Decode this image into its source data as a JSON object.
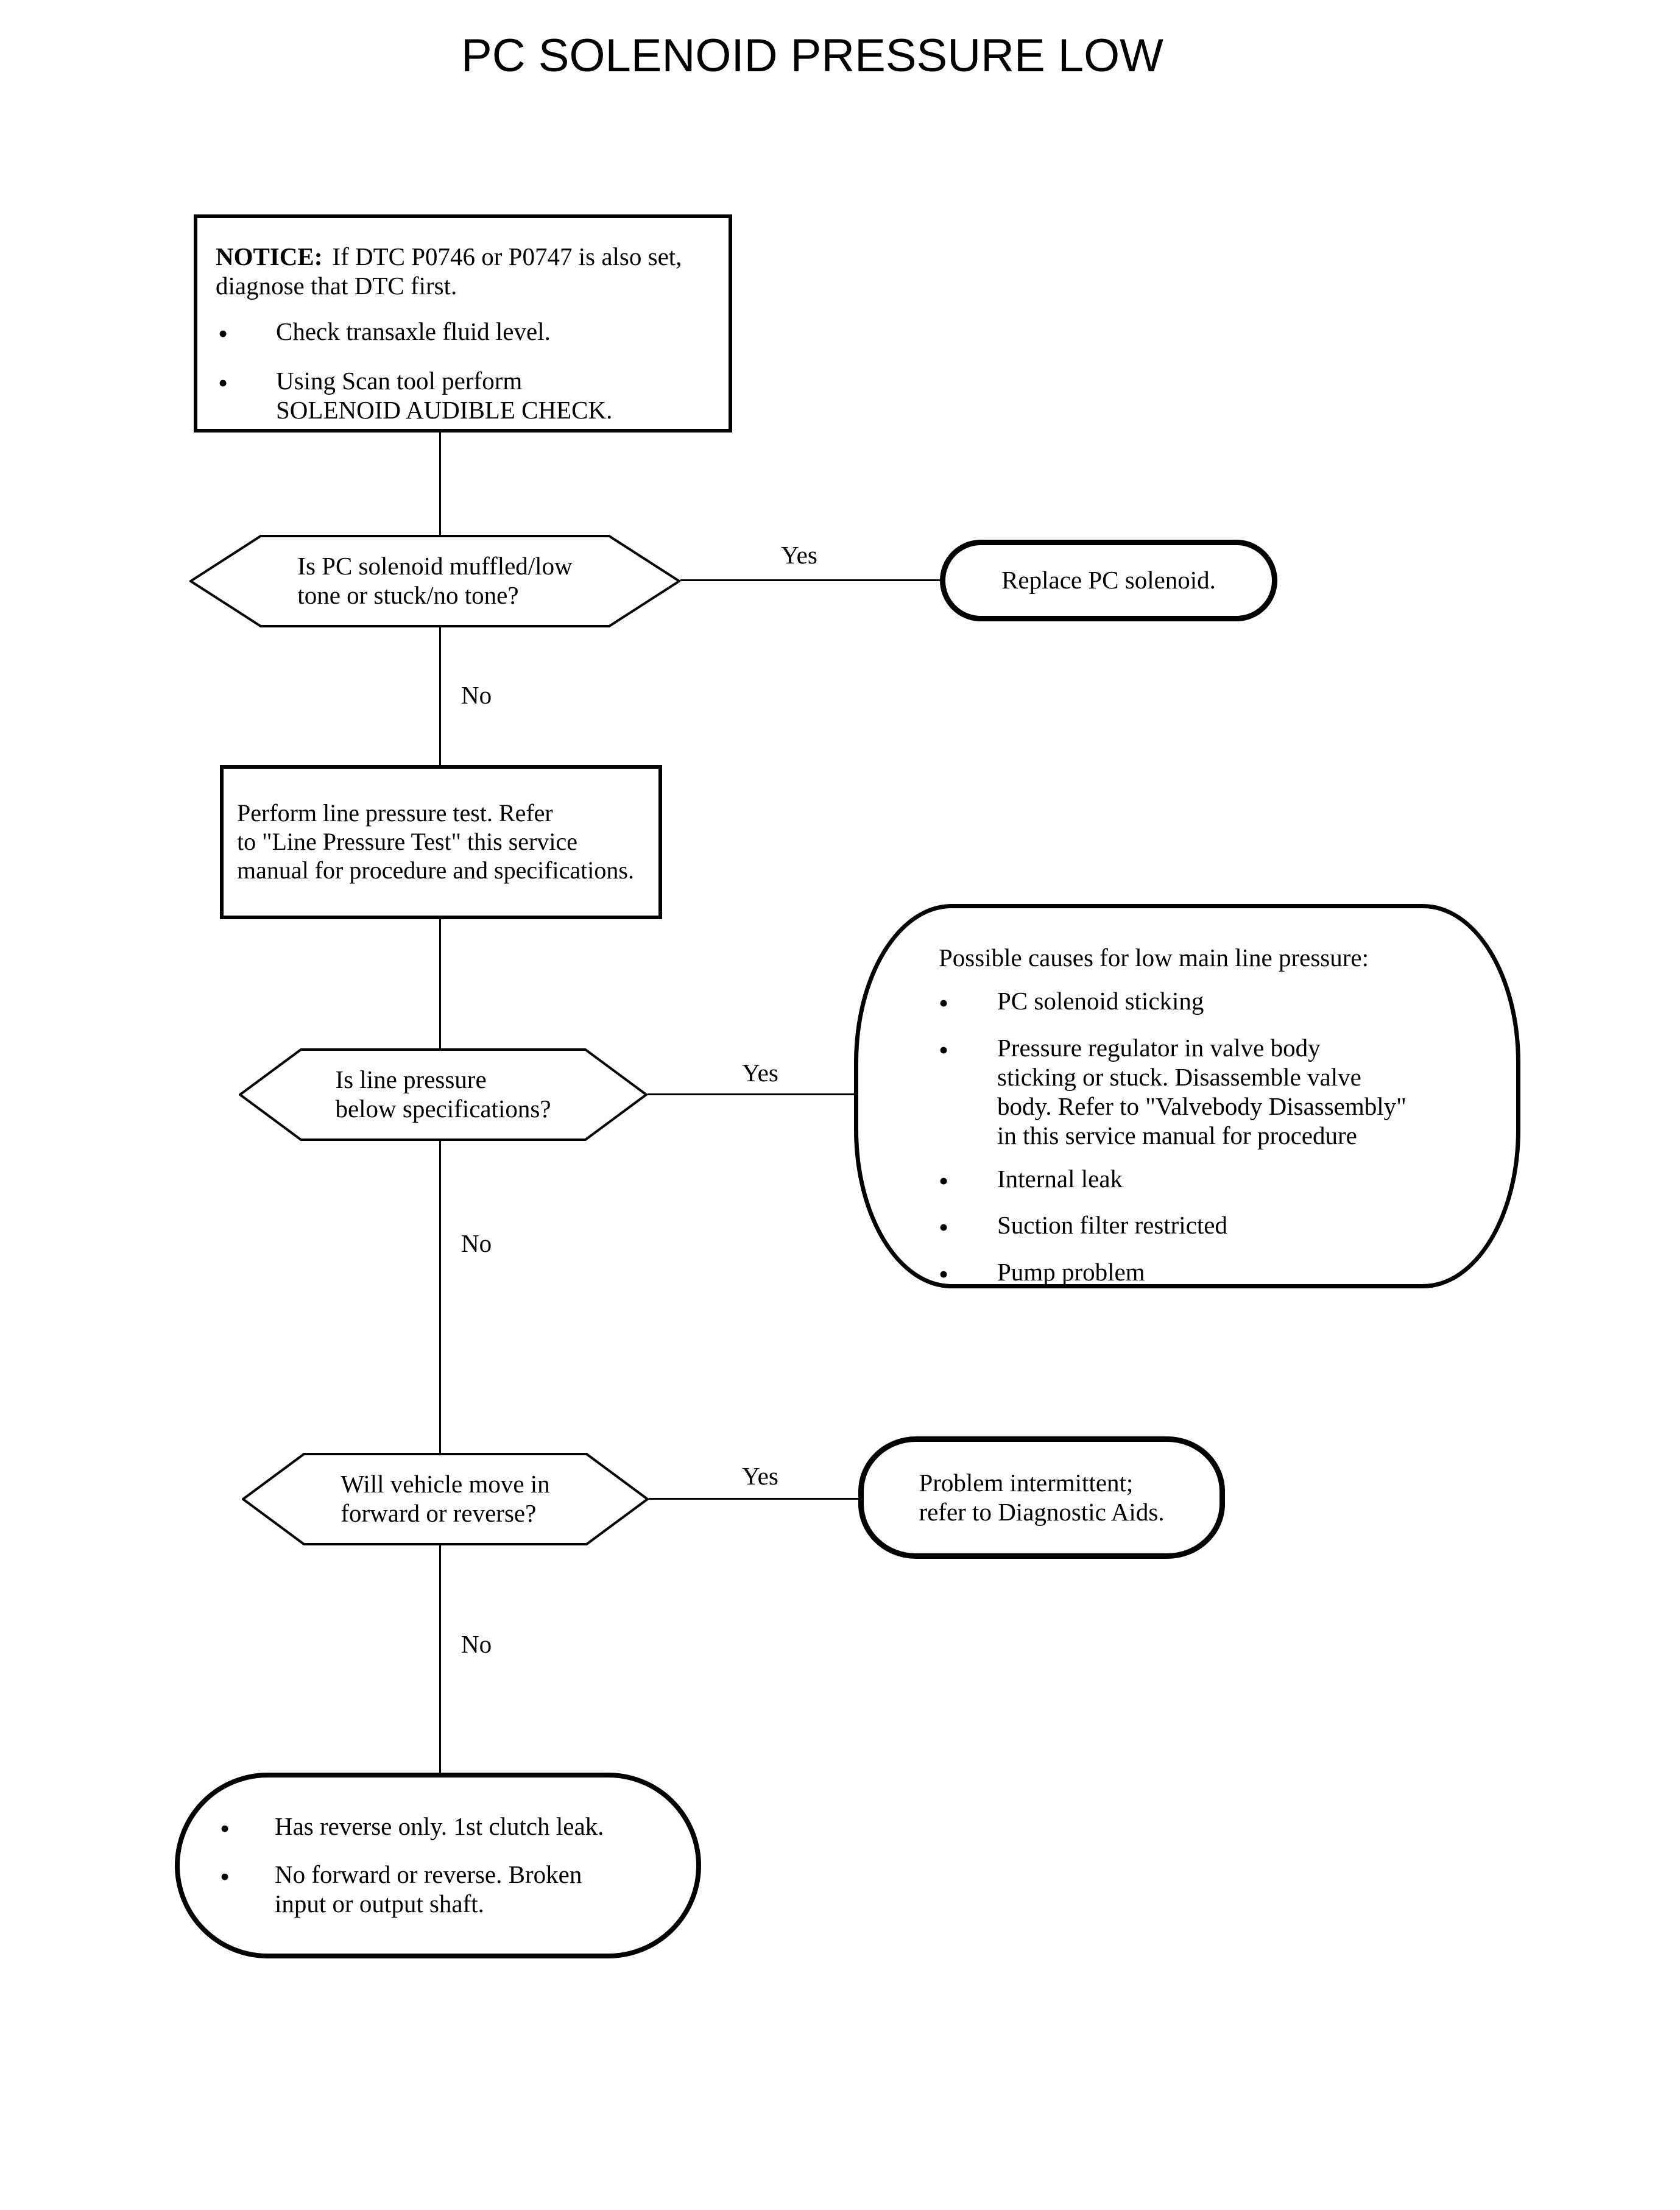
{
  "colors": {
    "ink": "#000000",
    "paper": "#ffffff"
  },
  "glyphs": {
    "bullet": "•"
  },
  "title": "PC SOLENOID PRESSURE LOW",
  "notice": {
    "label": "NOTICE:",
    "text": "If DTC P0746 or P0747 is also set,\ndiagnose that DTC first.",
    "bullets": [
      "Check transaxle fluid level.",
      "Using Scan tool perform\nSOLENOID AUDIBLE CHECK."
    ]
  },
  "decisions": {
    "solenoid_tone": "Is PC solenoid muffled/low\ntone or stuck/no tone?",
    "line_pressure": "Is line pressure\nbelow specifications?",
    "vehicle_move": "Will vehicle move in\nforward or reverse?"
  },
  "process": {
    "line_pressure_test": "Perform line pressure test. Refer\nto \"Line Pressure Test\" this service\nmanual for procedure and specifications."
  },
  "terminals": {
    "replace_solenoid": "Replace PC solenoid.",
    "problem_intermittent": "Problem intermittent;\nrefer to Diagnostic Aids."
  },
  "causes": {
    "heading": "Possible causes for low main line pressure:",
    "bullets": [
      "PC solenoid sticking",
      "Pressure regulator in valve body\nsticking or stuck. Disassemble valve\nbody. Refer to \"Valvebody Disassembly\"\nin this service manual for procedure",
      "Internal leak",
      "Suction filter restricted",
      "Pump problem"
    ]
  },
  "outcomes": {
    "bullets": [
      "Has reverse only. 1st clutch leak.",
      "No forward or reverse. Broken\ninput or output shaft."
    ]
  },
  "edges": {
    "yes1": "Yes",
    "no1": "No",
    "yes2": "Yes",
    "no2": "No",
    "yes3": "Yes",
    "no3": "No"
  }
}
